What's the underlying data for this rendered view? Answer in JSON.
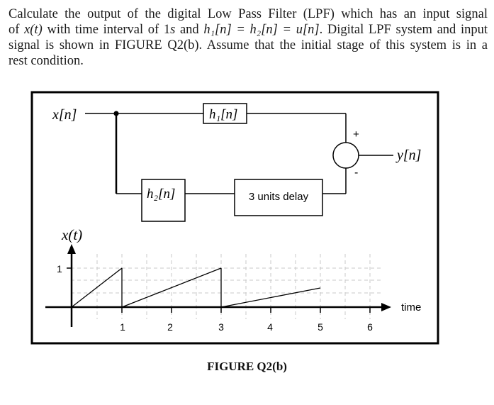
{
  "question": {
    "line1": "Calculate the output of the digital Low Pass Filter (LPF) which has an input signal",
    "line2_a": "of ",
    "line2_x": "x(t)",
    "line2_b": " with time interval of 1",
    "line2_s": "s",
    "line2_c": " and ",
    "line2_eq": "h₁[n] = h₂[n] = u[n]",
    "line2_d": ". Digital LPF system and input",
    "line3": "signal is shown in FIGURE Q2(b). Assume that the initial stage of this system is in a",
    "line4": "rest condition."
  },
  "diagram": {
    "input_label": "x[n]",
    "h1_label": "h₁[n]",
    "h2_label": "h₂[n]",
    "delay_label": "3 units delay",
    "plus_sign": "+",
    "minus_sign": "-",
    "output_label": "y[n]"
  },
  "plot": {
    "y_axis_label": "x(t)",
    "y_tick": "1",
    "x_axis_label": "time",
    "x_ticks": [
      "1",
      "2",
      "3",
      "4",
      "5",
      "6"
    ]
  },
  "caption": "FIGURE Q2(b)"
}
